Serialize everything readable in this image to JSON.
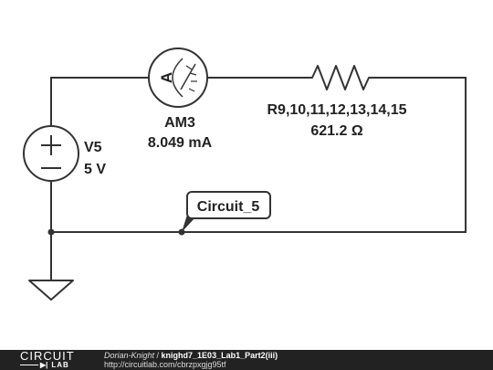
{
  "circuit": {
    "ammeter": {
      "name": "AM3",
      "reading": "8.049 mA",
      "symbol": "A"
    },
    "resistor": {
      "name": "R9,10,11,12,13,14,15",
      "value": "621.2 Ω"
    },
    "source": {
      "name": "V5",
      "value": "5 V"
    },
    "net_label": "Circuit_5"
  },
  "footer": {
    "logo_top": "CIRCUIT",
    "logo_bottom": "LAB",
    "author": "Dorian-Knight",
    "separator": " / ",
    "title": "knighd7_1E03_Lab1_Part2(iii)",
    "url": "http://circuitlab.com/cbrzpxgjg95tf"
  },
  "colors": {
    "wire": "#333333",
    "footer_bg": "#222222"
  }
}
